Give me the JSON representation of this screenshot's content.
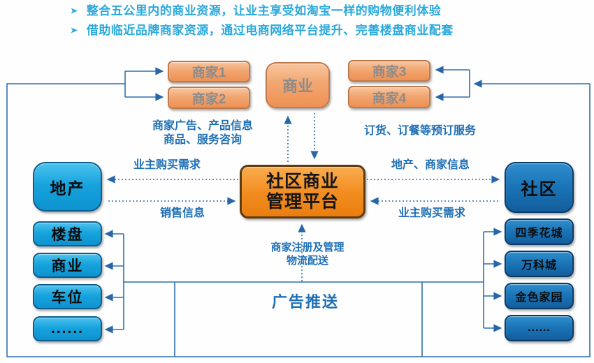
{
  "bullets": [
    {
      "marker": "➤",
      "text": "整合五公里内的商业资源，让业主享受如淘宝一样的购物便利体验"
    },
    {
      "marker": "➤",
      "text": "借助临近品牌商家资源，通过电商网络平台提升、完善楼盘商业配套"
    }
  ],
  "top_boxes": {
    "merchant1": "商家1",
    "merchant2": "商家2",
    "business": "商业",
    "merchant3": "商家3",
    "merchant4": "商家4"
  },
  "platform": {
    "line1": "社区商业",
    "line2": "管理平台"
  },
  "left_column": {
    "header": "地产",
    "items": [
      "楼盘",
      "商业",
      "车位",
      "......"
    ]
  },
  "right_column": {
    "header": "社区",
    "items": [
      "四季花城",
      "万科城",
      "金色家园",
      "......"
    ]
  },
  "labels": {
    "merchant_services_line1": "商家广告、产品信息",
    "merchant_services_line2": "商品、服务咨询",
    "order_services": "订货、订餐等预订服务",
    "owner_demand_left": "业主购买需求",
    "sales_info": "销售信息",
    "estate_merchant_info": "地产、商家信息",
    "owner_demand_right": "业主购买需求",
    "register_line1": "商家注册及管理",
    "register_line2": "物流配送",
    "ad_push": "广告推送"
  },
  "colors": {
    "bullet_text": "#2aa9dd",
    "connector_blue": "#2f6fae",
    "label_blue": "#1f6fb5",
    "merchant_fill": "#f2a671",
    "merchant_border": "#bf7a4b",
    "merchant_text": "#8b8b8b",
    "platform_fill": "#f28c1e",
    "platform_border": "#5e3a0f",
    "left_box_fill": "#17a3dd",
    "left_box_border": "#0b5c8f",
    "right_box_fill": "#1a73b6",
    "right_box_border": "#093a66"
  }
}
